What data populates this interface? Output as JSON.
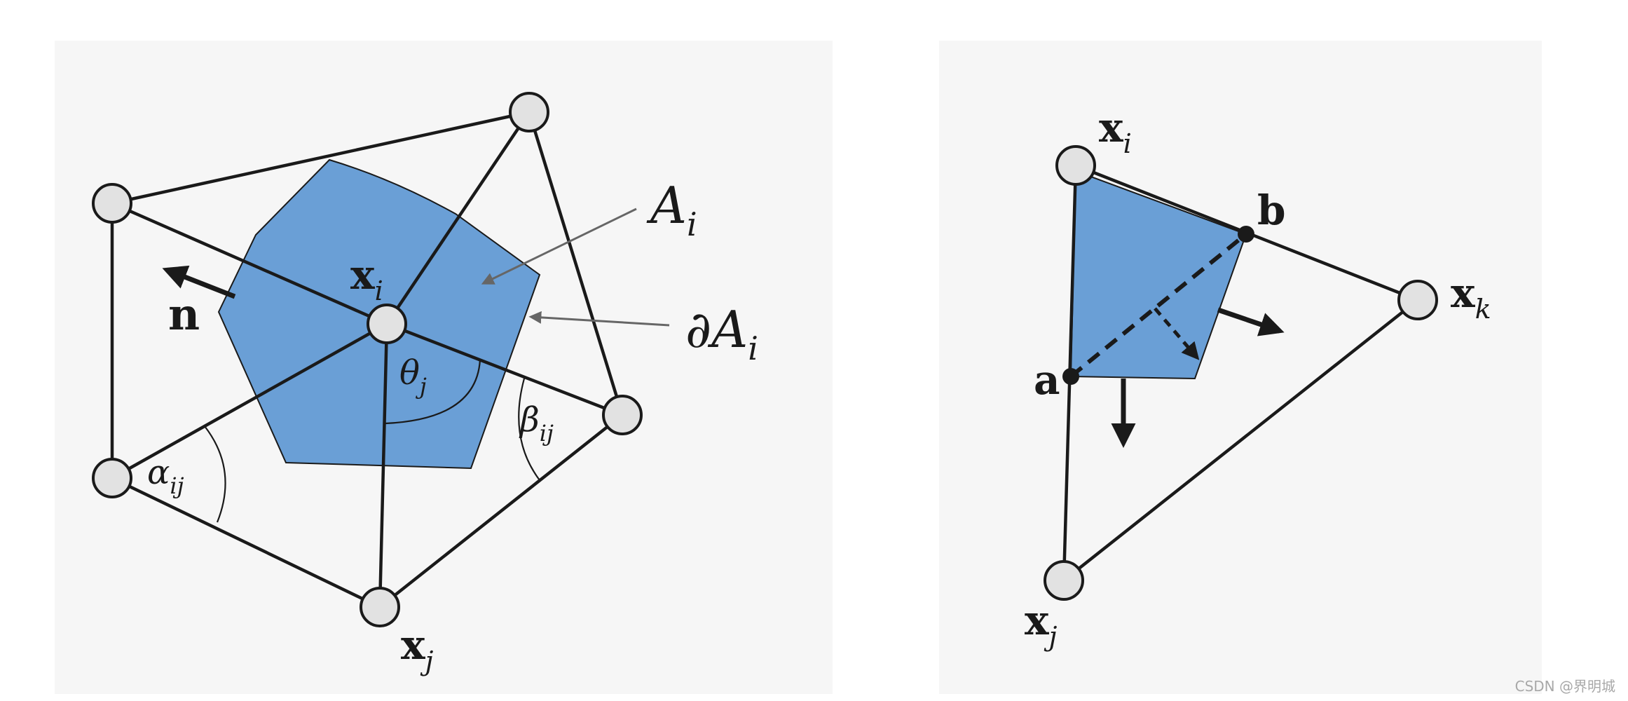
{
  "colors": {
    "cell_fill": "#6a9fd6",
    "panel_bg": "#f6f6f6",
    "line": "#1a1a1a",
    "vertex_fill": "#e2e2e2",
    "pointer": "#666666"
  },
  "left_panel": {
    "labels": {
      "A_i": {
        "main": "A",
        "sub": "i"
      },
      "dA_i": {
        "main": "∂A",
        "sub": "i"
      },
      "x_i": {
        "main": "x",
        "sub": "i"
      },
      "x_j": {
        "main": "x",
        "sub": "j"
      },
      "n": "n",
      "theta_j": {
        "main": "θ",
        "sub": "j"
      },
      "alpha_ij": {
        "main": "α",
        "sub": "ij"
      },
      "beta_ij": {
        "main": "β",
        "sub": "ij"
      }
    }
  },
  "right_panel": {
    "labels": {
      "x_i": {
        "main": "x",
        "sub": "i"
      },
      "x_j": {
        "main": "x",
        "sub": "j"
      },
      "x_k": {
        "main": "x",
        "sub": "k"
      },
      "a": "a",
      "b": "b"
    }
  },
  "watermark": "CSDN @界明城"
}
